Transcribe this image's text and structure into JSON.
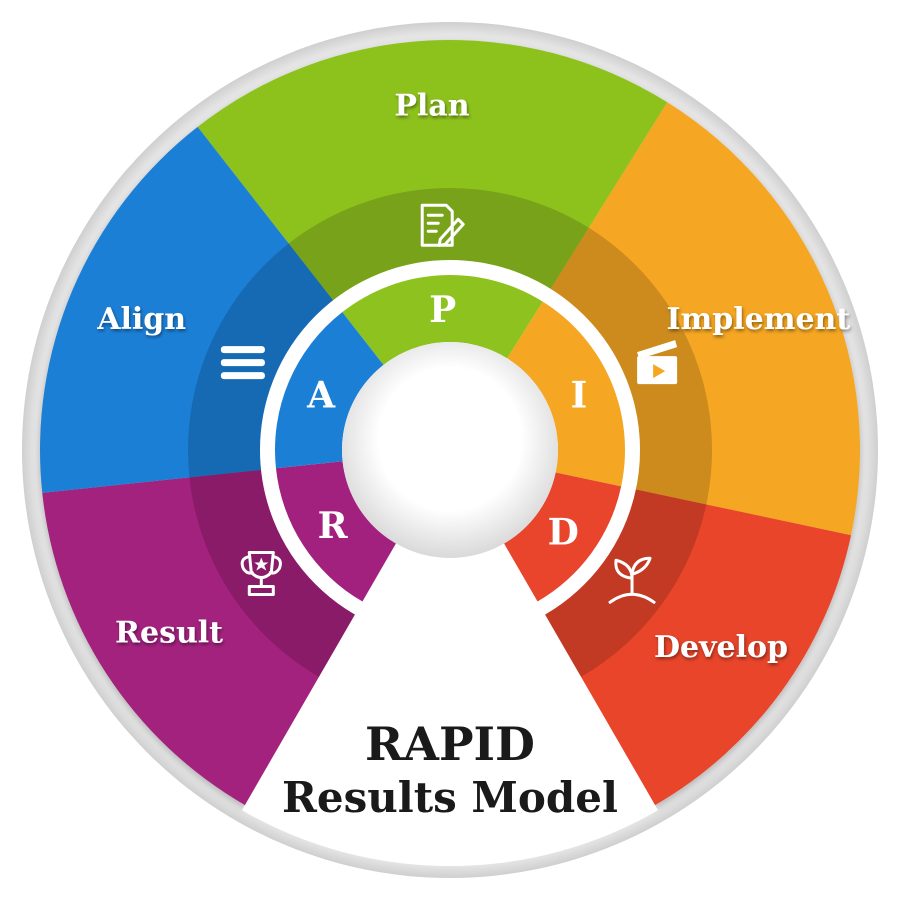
{
  "title": {
    "line1": "RAPID",
    "line2": "Results Model"
  },
  "segments": [
    {
      "key": "plan",
      "label": "Plan",
      "letter": "P",
      "color": "#8dc21f",
      "icon": "document-pencil-icon"
    },
    {
      "key": "implement",
      "label": "Implement",
      "letter": "I",
      "color": "#f5a623",
      "icon": "clapperboard-icon"
    },
    {
      "key": "develop",
      "label": "Develop",
      "letter": "D",
      "color": "#e8452c",
      "icon": "seedling-icon"
    },
    {
      "key": "result",
      "label": "Result",
      "letter": "R",
      "color": "#a3217e",
      "icon": "trophy-icon"
    },
    {
      "key": "align",
      "label": "Align",
      "letter": "A",
      "color": "#1b7fd6",
      "icon": "menu-lines-icon"
    }
  ]
}
